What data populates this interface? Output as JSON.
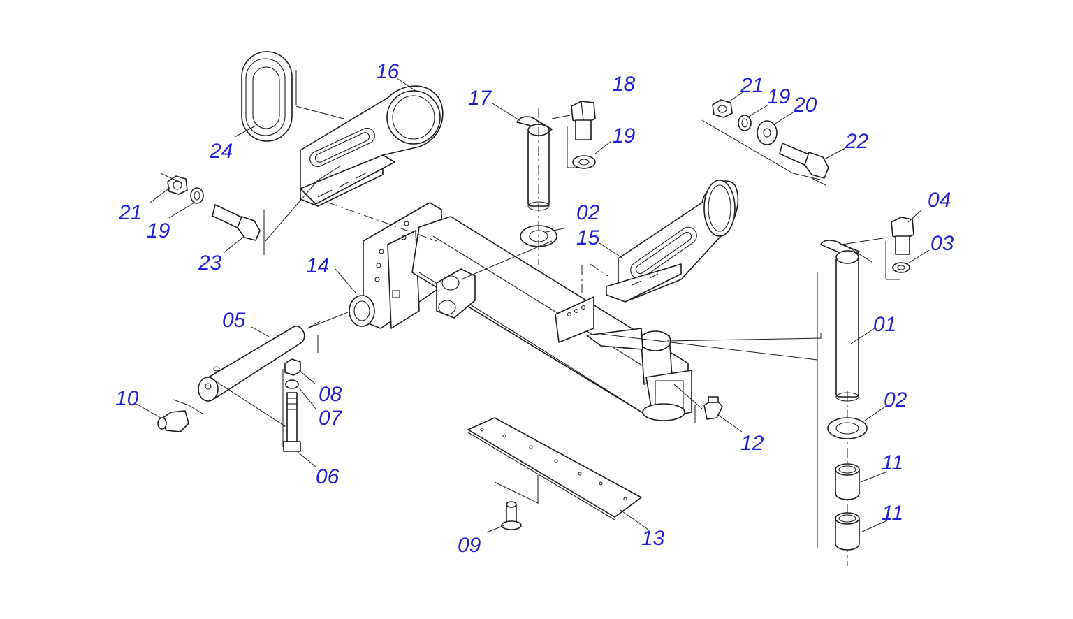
{
  "labels": {
    "l24": "24",
    "l16": "16",
    "l17": "17",
    "l18": "18",
    "l19a": "19",
    "l21a": "21",
    "l19b": "19",
    "l20": "20",
    "l22": "22",
    "l21b": "21",
    "l19c": "19",
    "l23": "23",
    "l02a": "02",
    "l15": "15",
    "l04": "04",
    "l03": "03",
    "l14": "14",
    "l05": "05",
    "l01": "01",
    "l10": "10",
    "l08": "08",
    "l07": "07",
    "l02b": "02",
    "l12": "12",
    "l06": "06",
    "l11a": "11",
    "l11b": "11",
    "l09": "09",
    "l13": "13"
  },
  "colors": {
    "label": "#1f1fd6",
    "line": "#1a1a1a"
  }
}
